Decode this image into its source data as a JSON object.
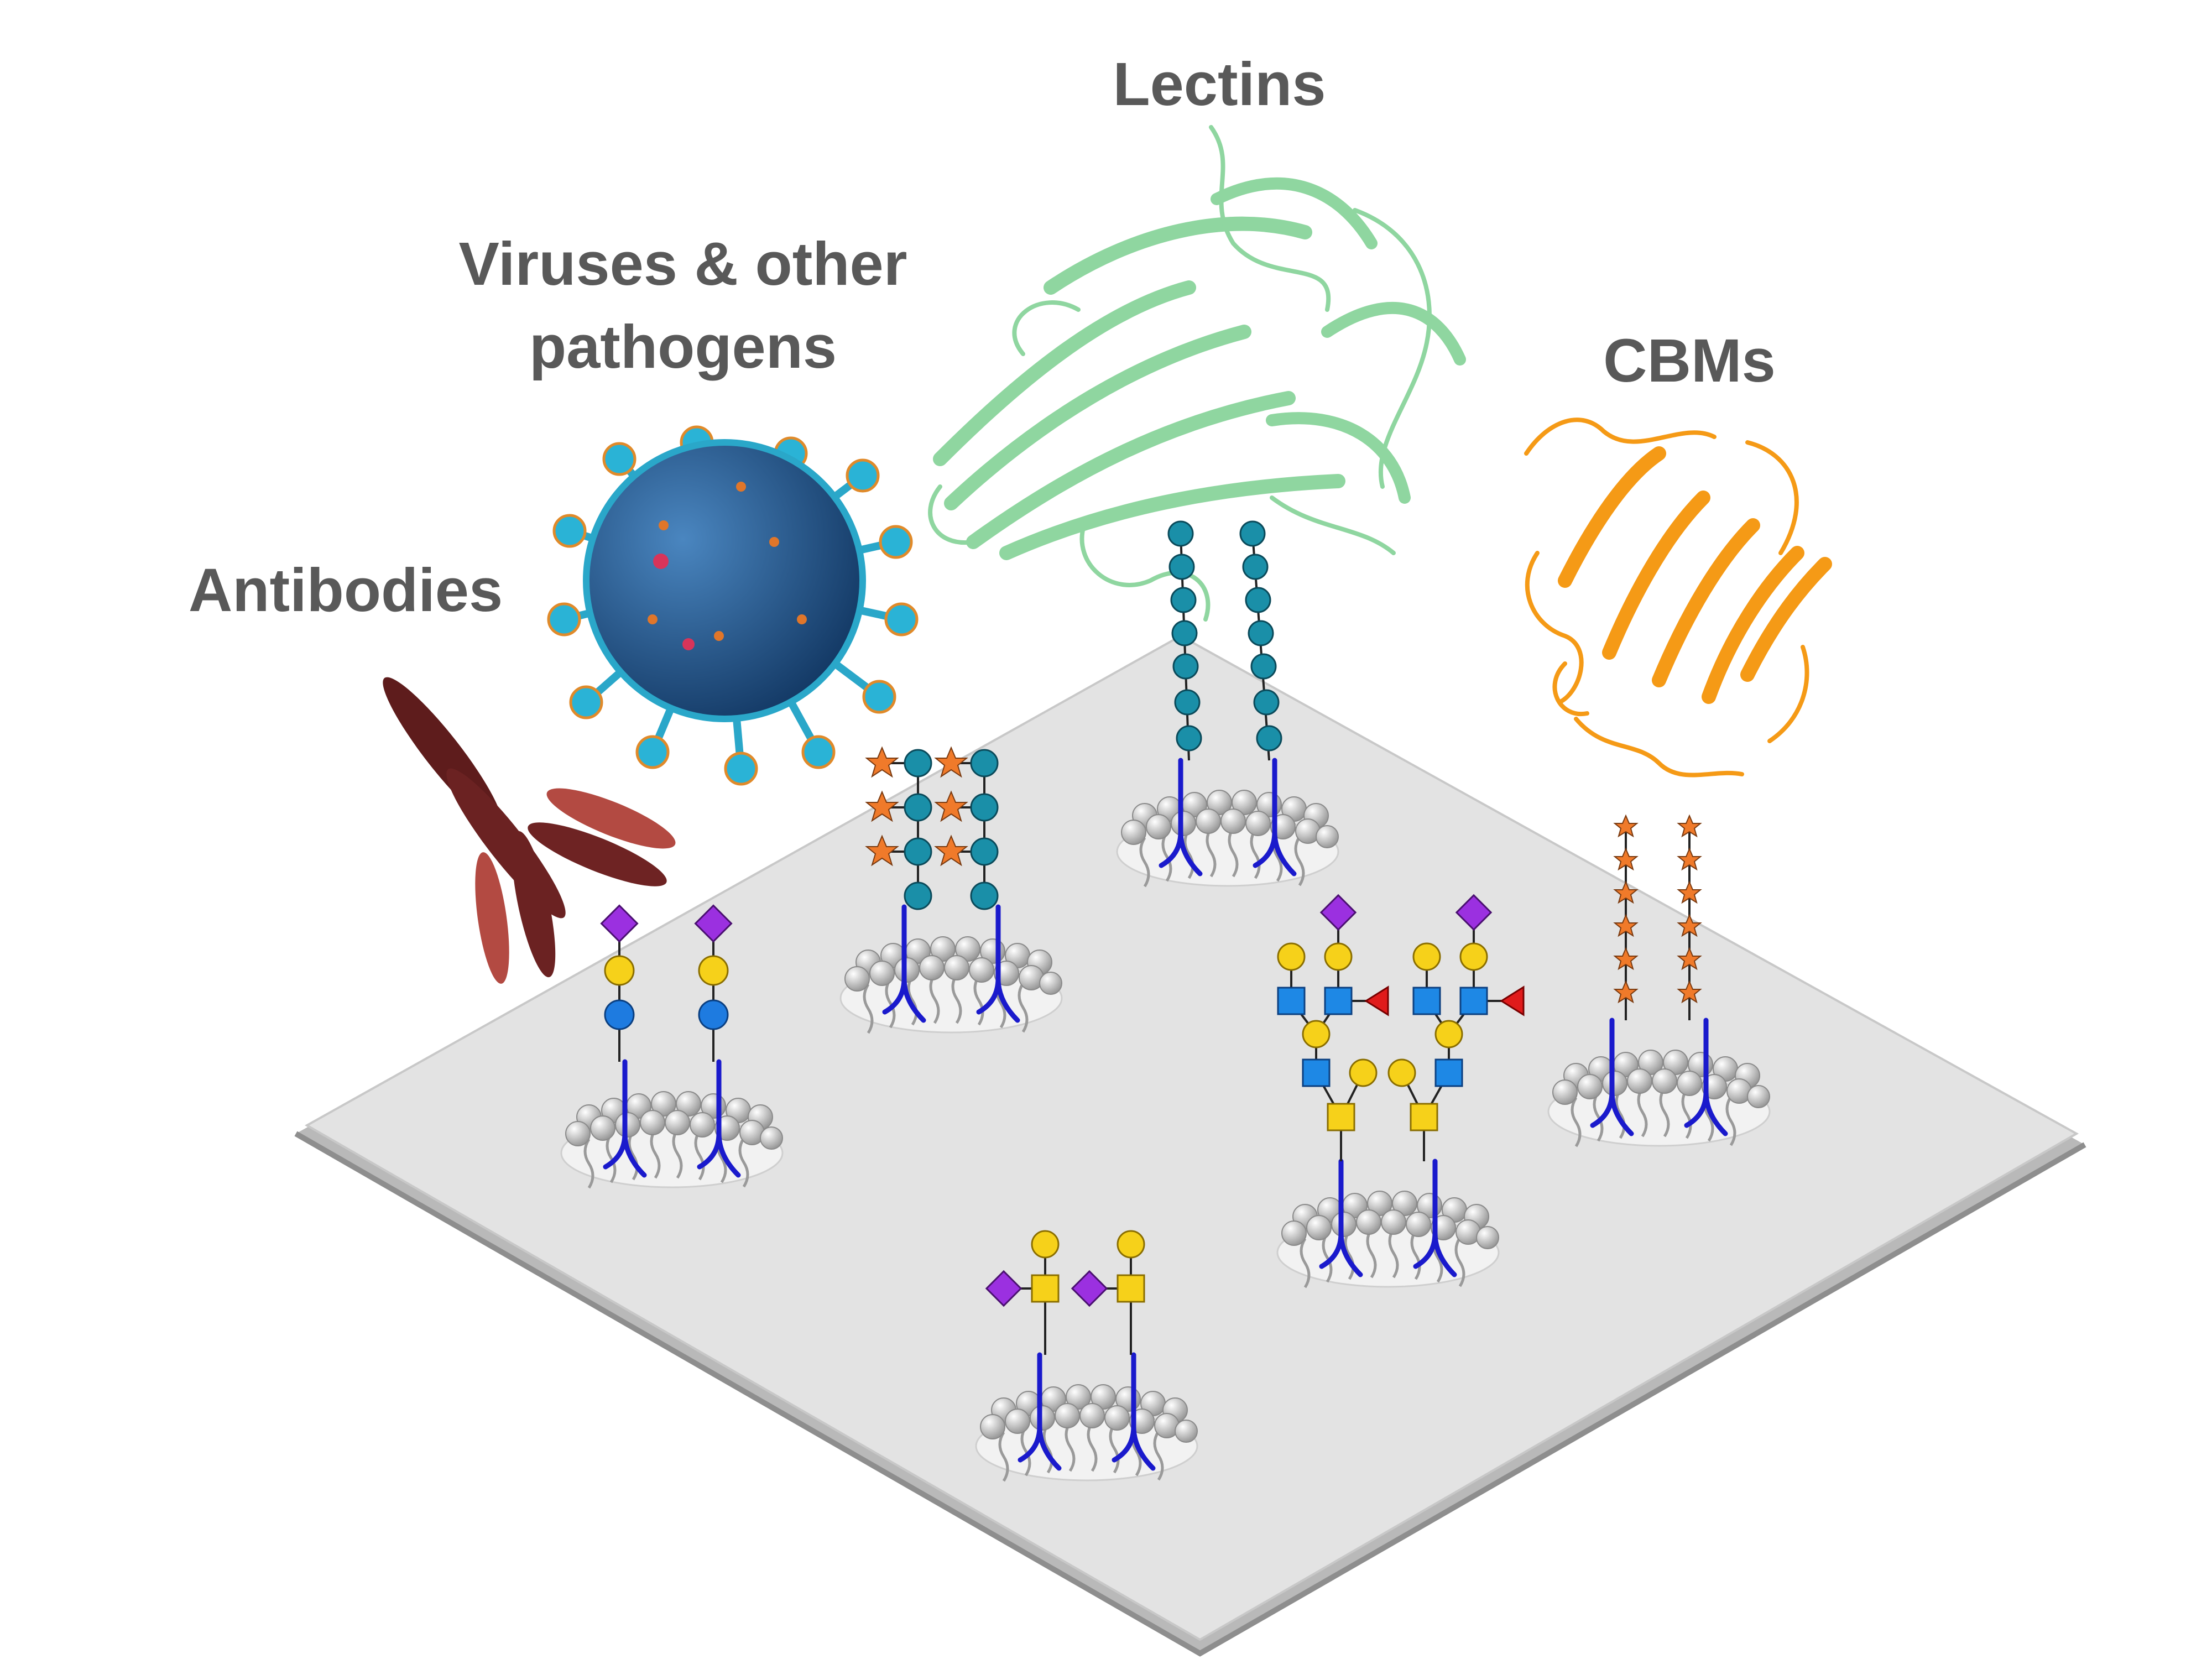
{
  "labels": {
    "lectins": "Lectins",
    "viruses_line1": "Viruses & other",
    "viruses_line2": "pathogens",
    "cbms": "CBMs",
    "antibodies": "Antibodies"
  },
  "colors": {
    "slide_fill": "#e3e3e3",
    "slide_edge": "#c8c8c8",
    "text": "#595959",
    "sialic_acid": "#9b30e0",
    "galactose": "#f6d11a",
    "glucose": "#1e7be0",
    "glcnac": "#1e88e5",
    "fucose": "#e01b1b",
    "teal_residue": "#1a8fa8",
    "star_residue": "#f07a2a",
    "linker": "#1a1acc",
    "lectin": "#8fd6a0",
    "cbm": "#f59a16",
    "virus": "#2b5f92",
    "antibody": "#6b2222"
  },
  "icons": {
    "lectin": "green-ribbon-protein-icon",
    "virus": "virus-particle-icon",
    "cbm": "orange-ribbon-protein-icon",
    "antibody": "antibody-y-shape-icon"
  }
}
